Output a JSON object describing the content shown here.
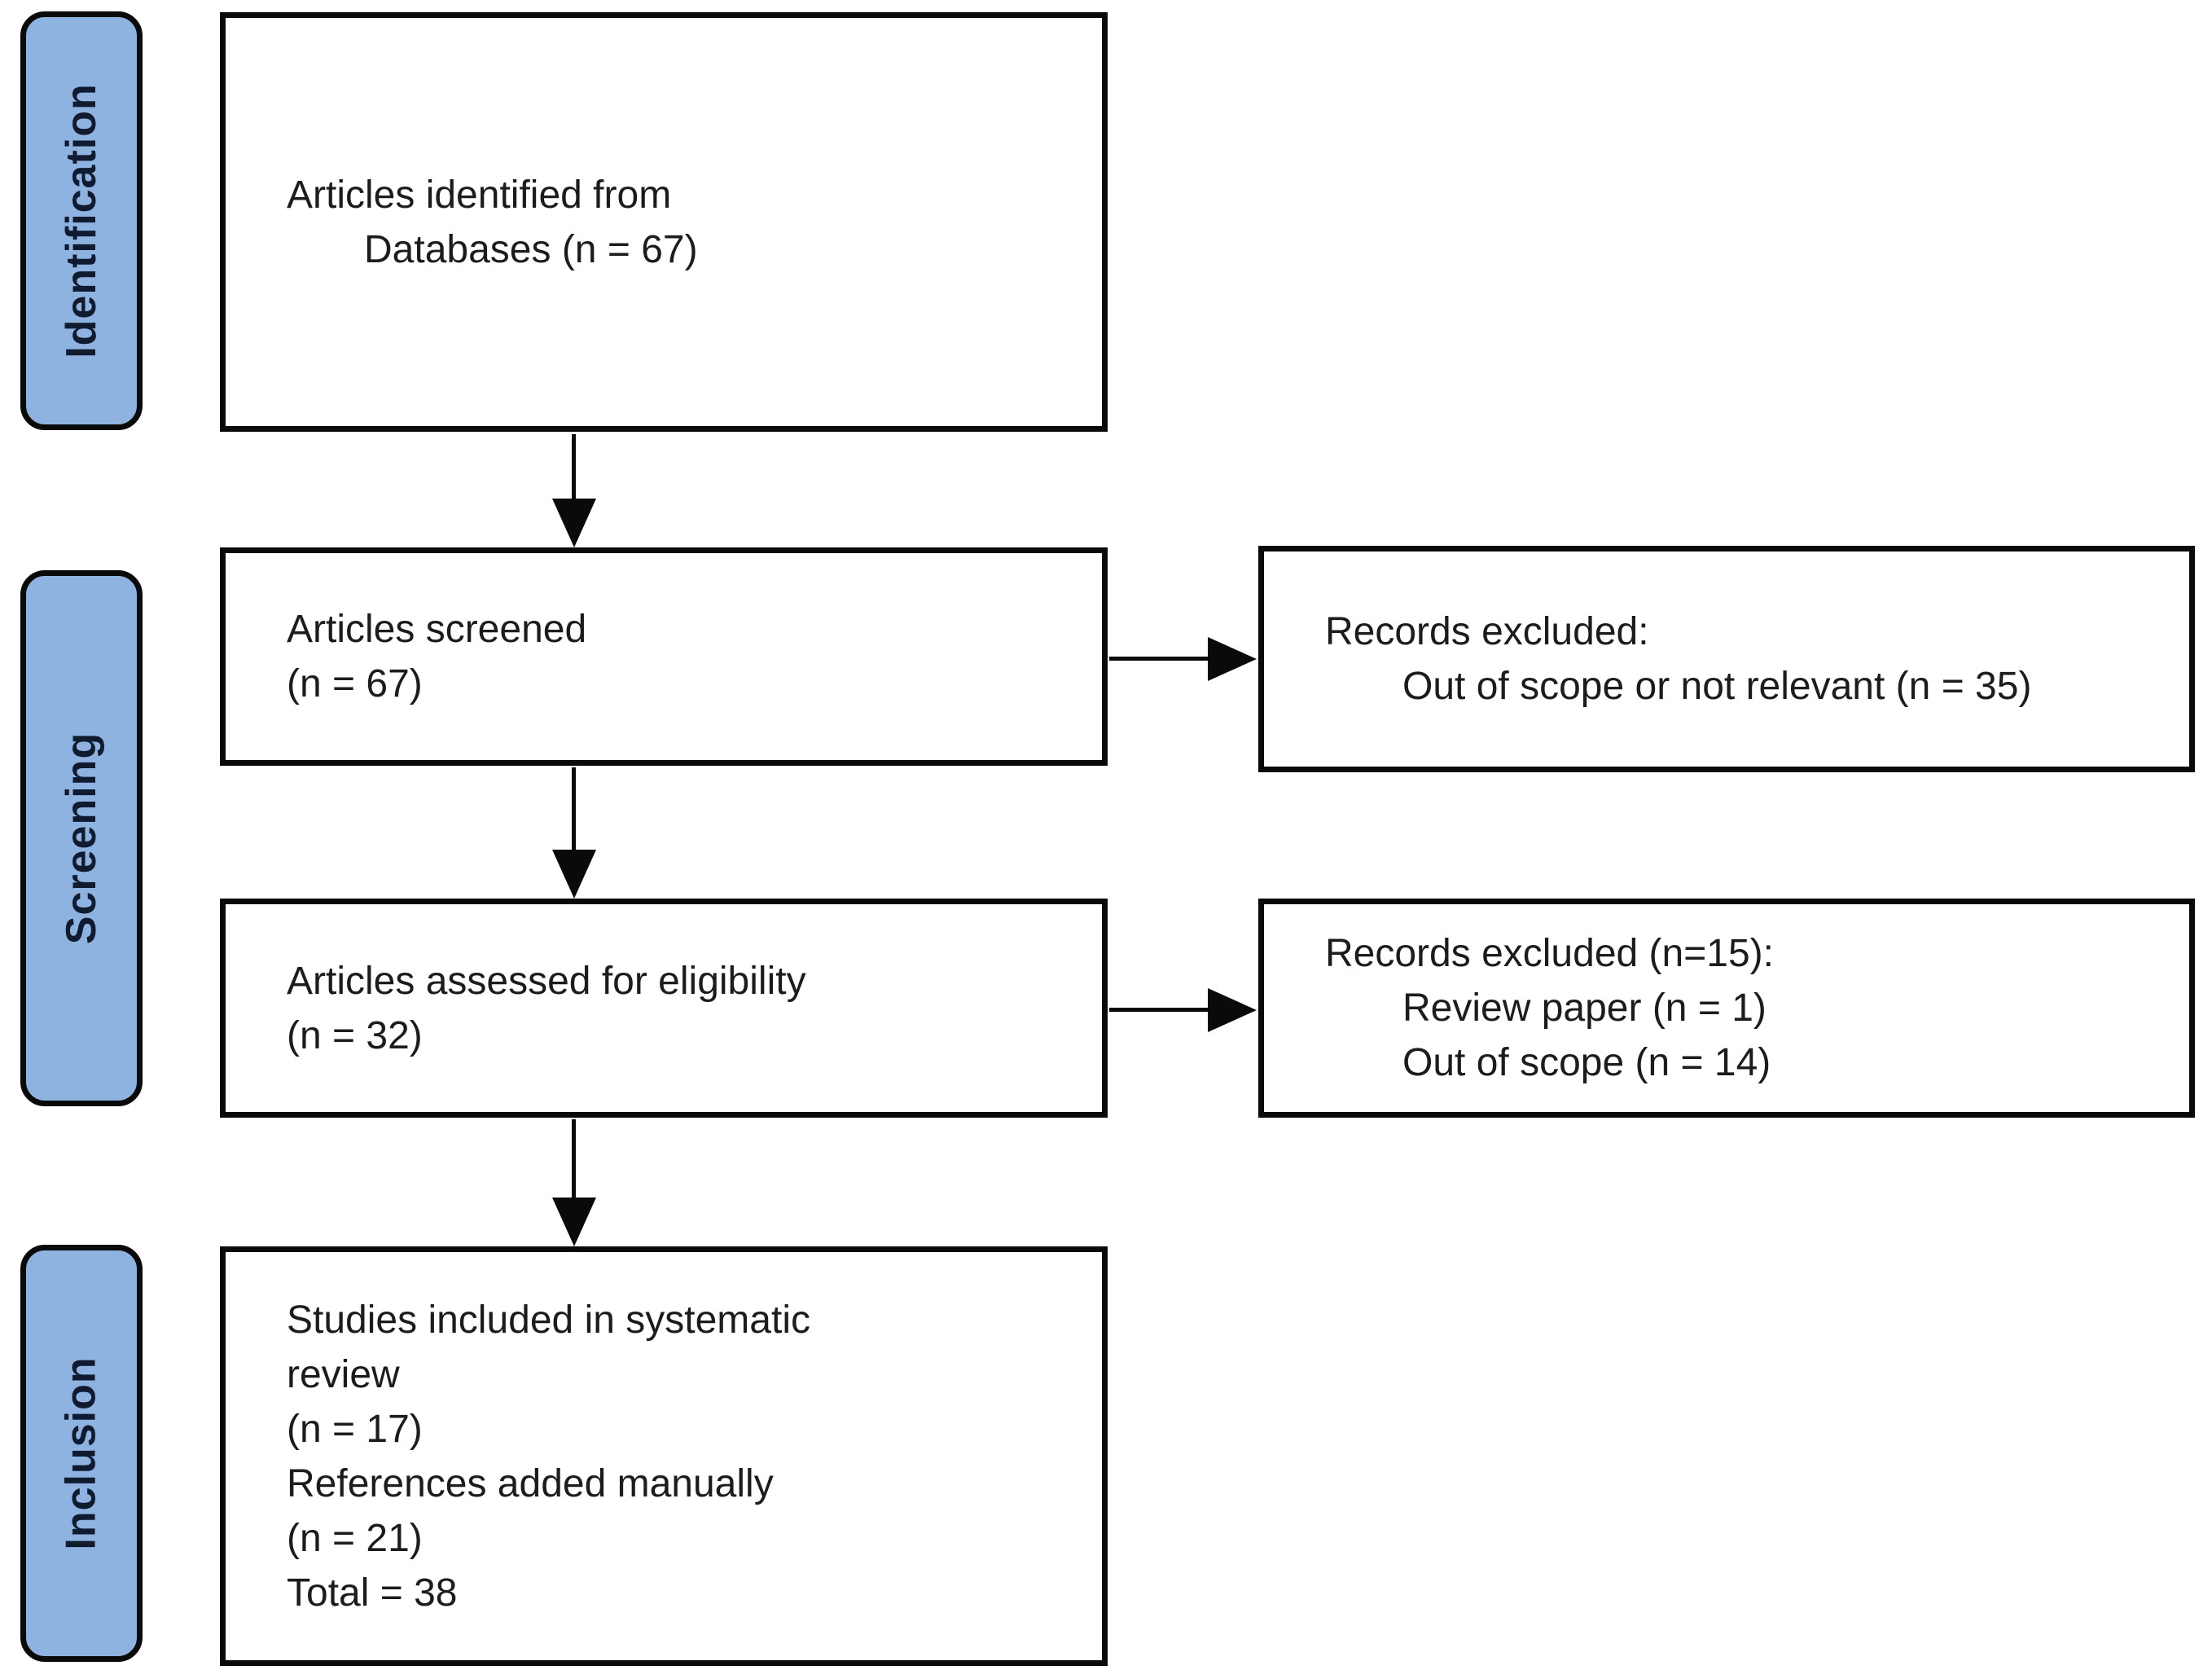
{
  "figure": {
    "type": "prisma-flow-diagram",
    "background_color": "#ffffff",
    "colors": {
      "stage_fill": "#8fb3e0",
      "stage_text": "#101b30",
      "box_fill": "#ffffff",
      "box_border": "#0a0a0a",
      "box_text": "#1c1c1c",
      "arrow": "#0a0a0a"
    },
    "stages": [
      {
        "label": "Identification"
      },
      {
        "label": "Screening"
      },
      {
        "label": "Inclusion"
      }
    ],
    "boxes": {
      "identified": {
        "lines": [
          "Articles identified from",
          "Databases (n = 67)"
        ]
      },
      "screened": {
        "lines": [
          "Articles screened",
          "(n = 67)"
        ]
      },
      "assessed": {
        "lines": [
          "Articles assessed for eligibility",
          "(n = 32)"
        ]
      },
      "included": {
        "lines": [
          "Studies included in systematic",
          "review",
          "(n = 17)",
          "References added manually",
          "(n = 21)",
          "Total = 38"
        ]
      },
      "excluded_screening": {
        "lines": [
          "Records excluded:",
          "Out of scope or not relevant (n = 35)"
        ]
      },
      "excluded_eligibility": {
        "lines": [
          "Records excluded (n=15):",
          "Review paper (n = 1)",
          "Out of scope (n = 14)"
        ]
      }
    },
    "counts": {
      "identified": 67,
      "screened": 67,
      "excluded_screening": 35,
      "assessed": 32,
      "excluded_eligibility": 15,
      "excluded_review_paper": 1,
      "excluded_out_of_scope": 14,
      "included_systematic_review": 17,
      "references_added_manually": 21,
      "total_included": 38
    }
  }
}
